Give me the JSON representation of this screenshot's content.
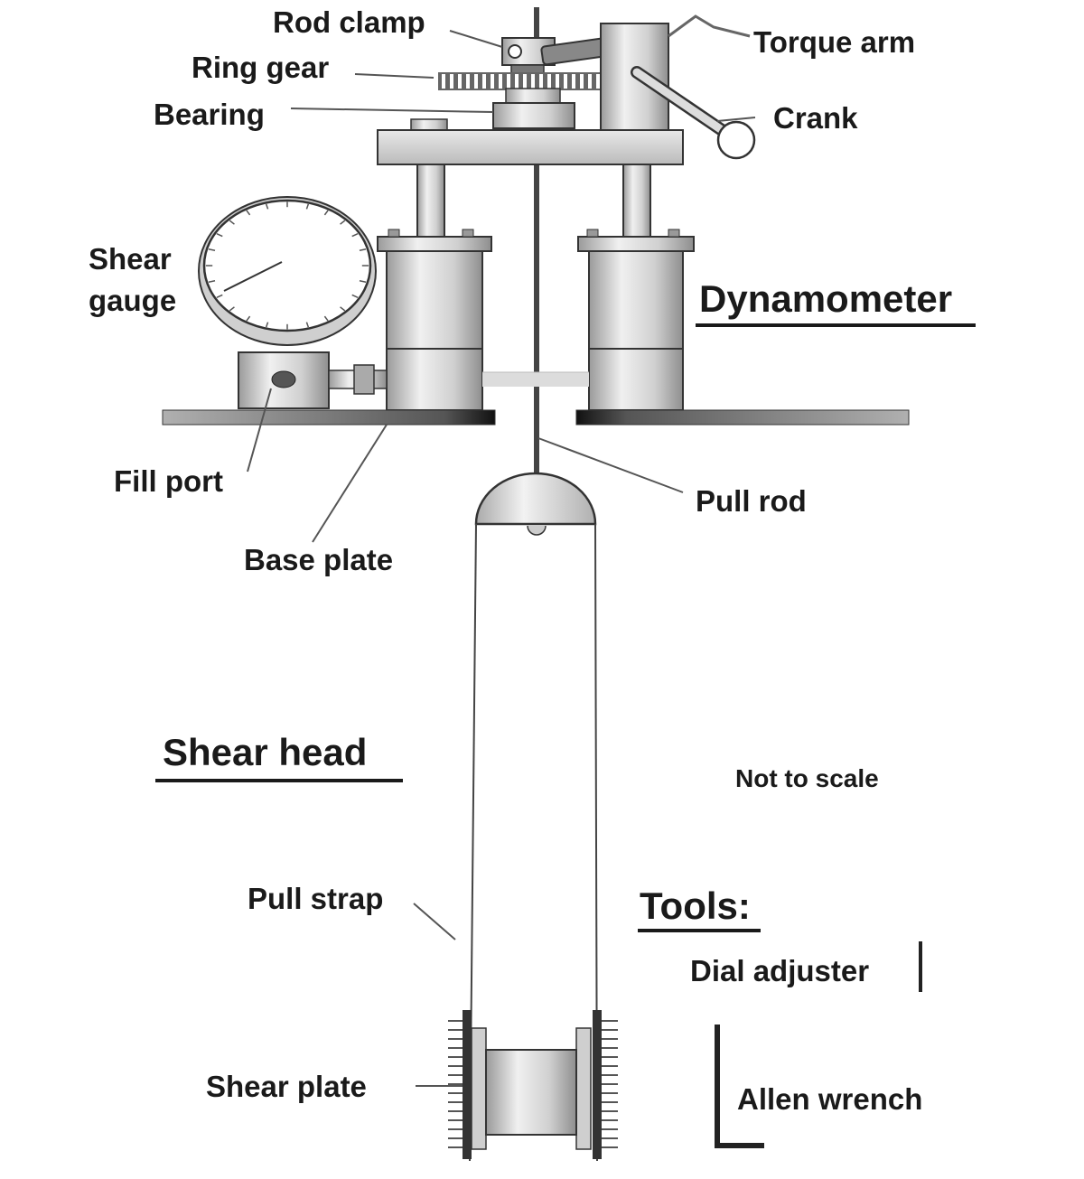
{
  "labels": {
    "rod_clamp": "Rod clamp",
    "ring_gear": "Ring gear",
    "bearing": "Bearing",
    "torque_arm": "Torque arm",
    "crank": "Crank",
    "shear_gauge": "Shear gauge",
    "dynamometer": "Dynamometer",
    "fill_port": "Fill port",
    "base_plate": "Base plate",
    "pull_rod": "Pull rod",
    "shear_head": "Shear head",
    "not_to_scale": "Not to scale",
    "pull_strap": "Pull strap",
    "tools": "Tools:",
    "dial_adjuster": "Dial adjuster",
    "allen_wrench": "Allen wrench",
    "shear_plate": "Shear plate"
  },
  "colors": {
    "ink": "#1a1a1a",
    "metal_light": "#e4e4e4",
    "metal_mid": "#c4c4c4",
    "metal_dark": "#8a8a8a"
  }
}
